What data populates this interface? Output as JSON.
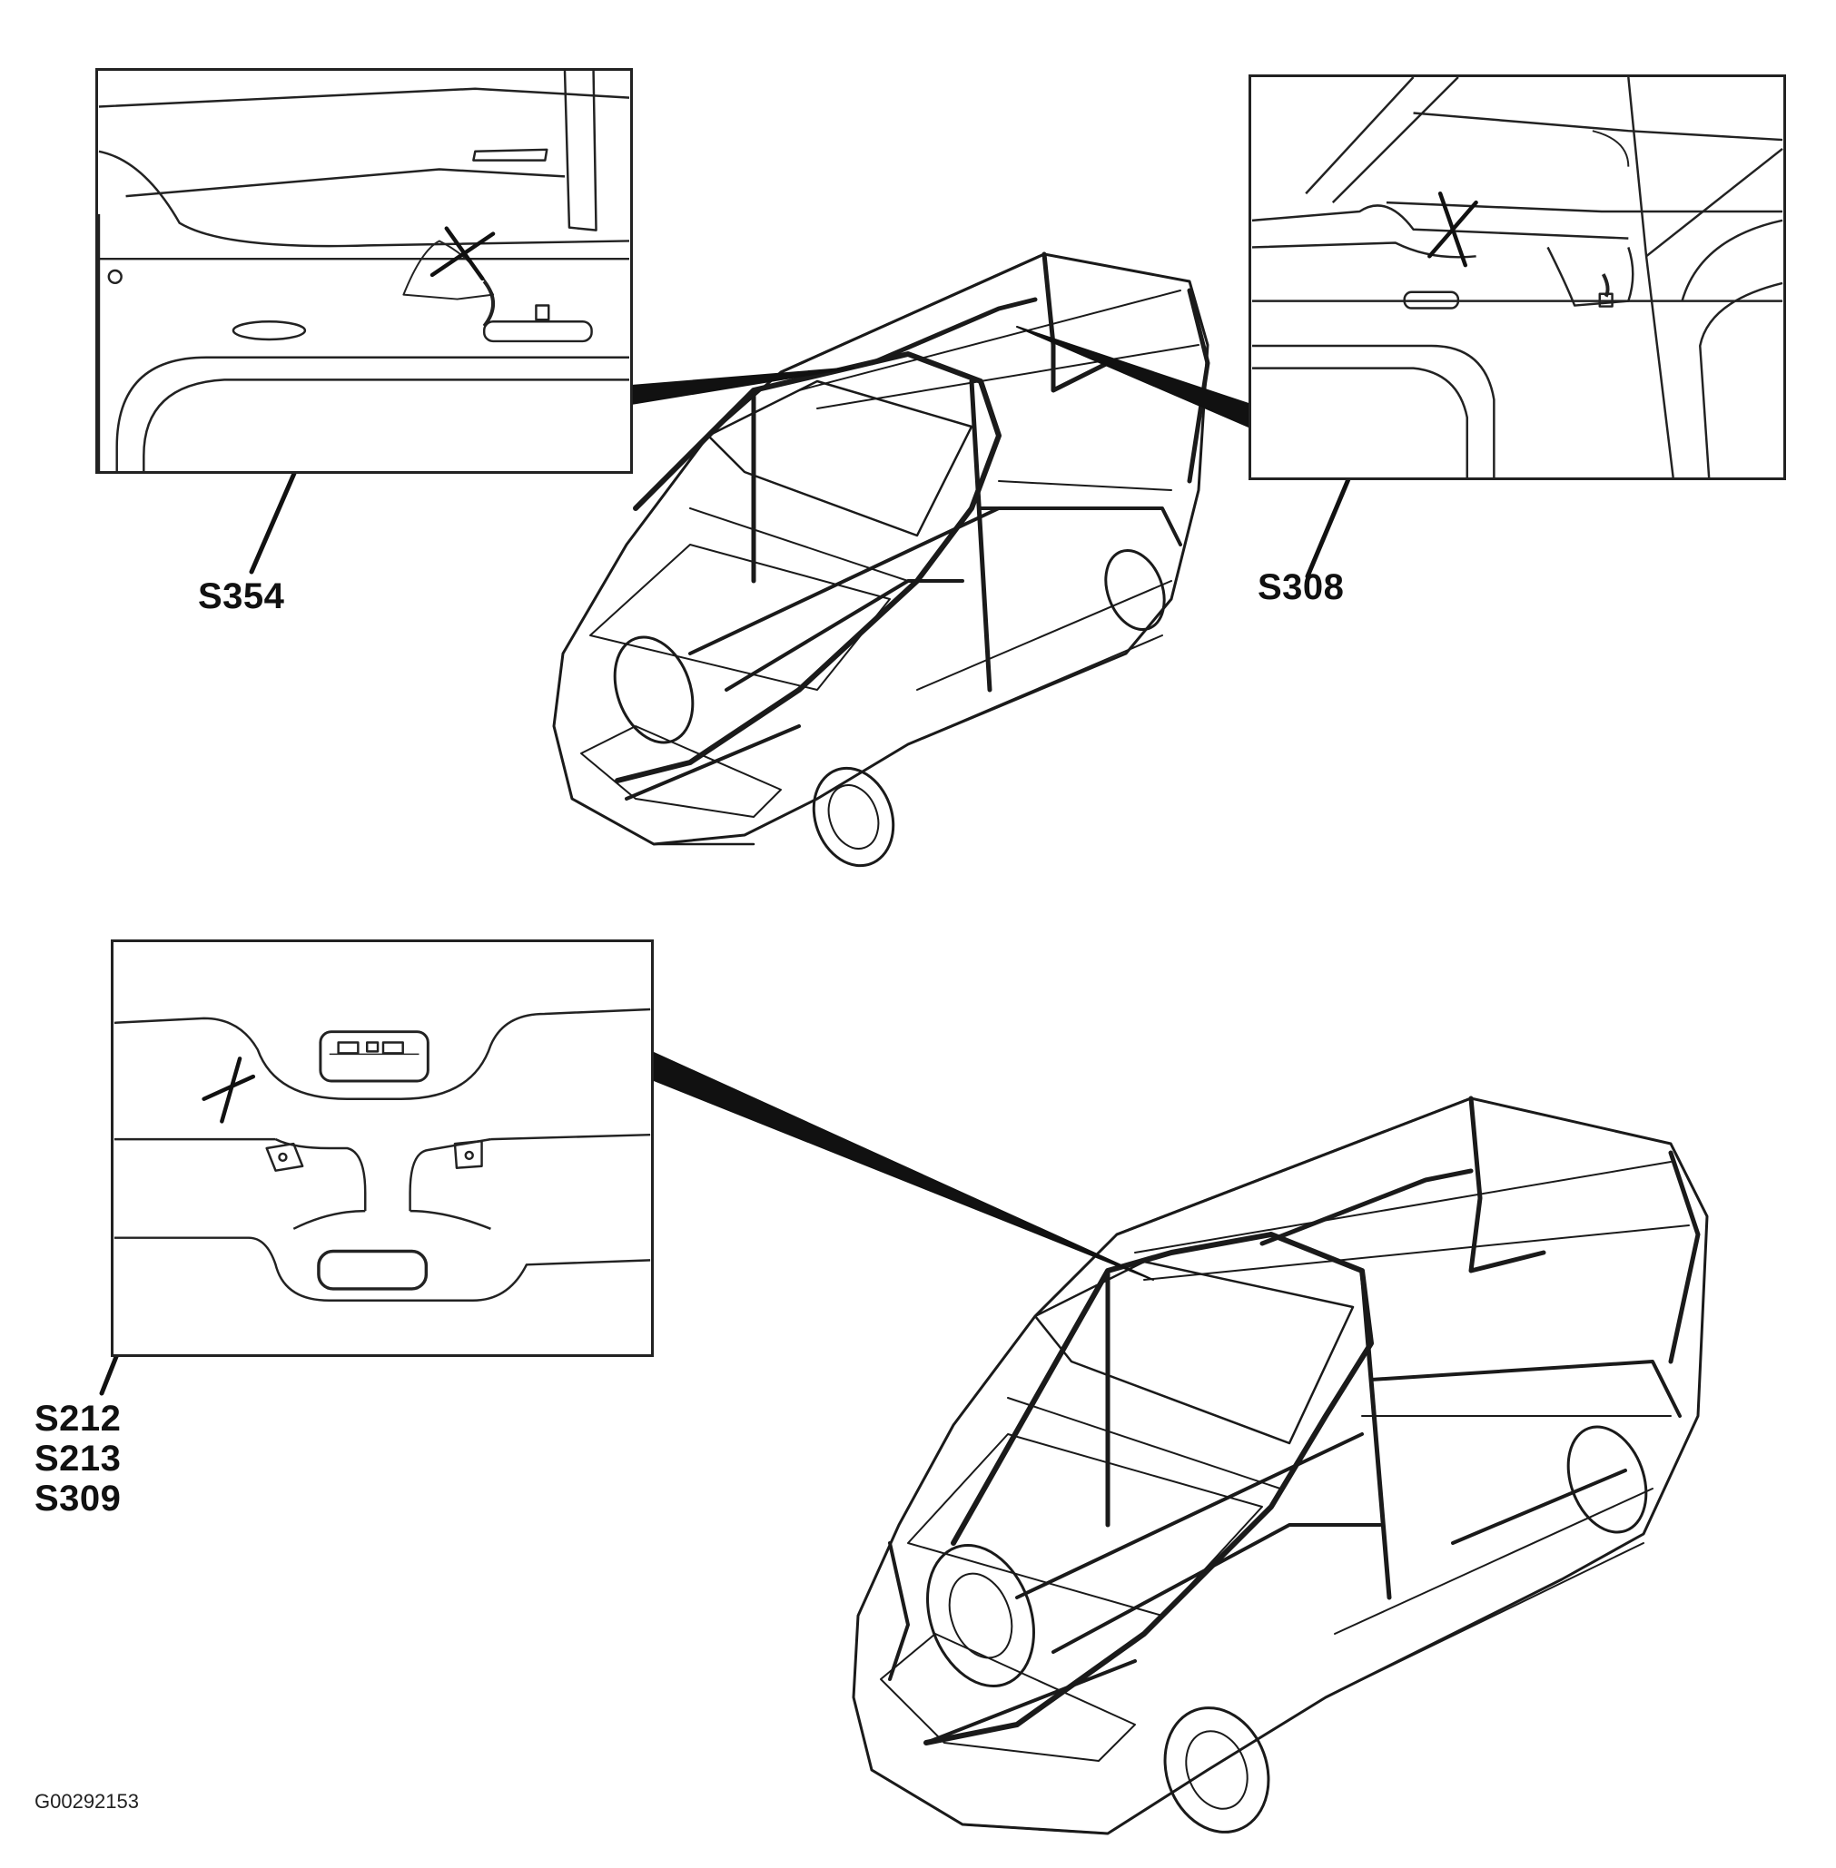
{
  "callouts": {
    "top_left": "S354",
    "top_right": "S308",
    "bottom_left": [
      "S212",
      "S213",
      "S309"
    ]
  },
  "figure_id": "G00292153"
}
